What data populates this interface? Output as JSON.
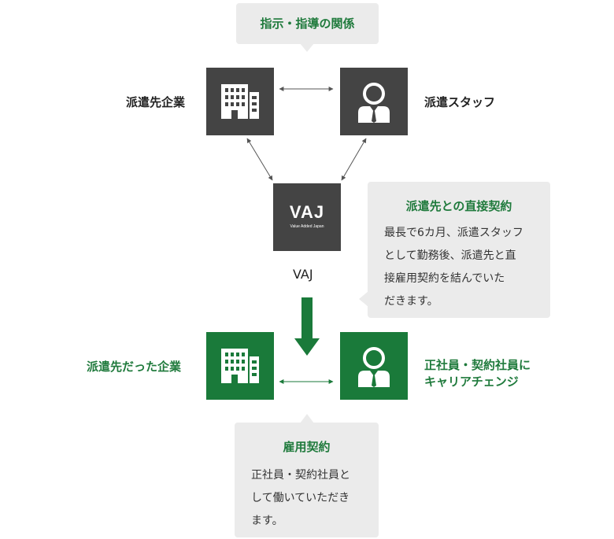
{
  "top_bubble": {
    "text": "指示・指導の関係"
  },
  "nodes": {
    "dispatch_company": {
      "label": "派遣先企業",
      "icon": "building-icon"
    },
    "dispatch_staff": {
      "label": "派遣スタッフ",
      "icon": "staff-person-icon"
    },
    "vaj": {
      "label": "VAJ",
      "logo_main": "VAJ",
      "logo_sub": "Value Added Japan"
    },
    "former_company": {
      "label": "派遣先だった企業",
      "icon": "building-icon"
    },
    "employee": {
      "label_line1": "正社員・契約社員に",
      "label_line2": "キャリアチェンジ",
      "icon": "staff-person-icon"
    }
  },
  "direct_contract": {
    "title": "派遣先との直接契約",
    "body": [
      "最長で6カ月、派遣スタッフ",
      "として勤務後、派遣先と直",
      "接雇用契約を結んでいた",
      "だきます。"
    ]
  },
  "employment_contract": {
    "title": "雇用契約",
    "body": [
      "正社員・契約社員と",
      "して働いていただき",
      "ます。"
    ]
  },
  "colors": {
    "dark": "#444444",
    "green": "#1a7a3a",
    "bubble": "#ebebeb",
    "accent_text": "#1f7a3c"
  }
}
